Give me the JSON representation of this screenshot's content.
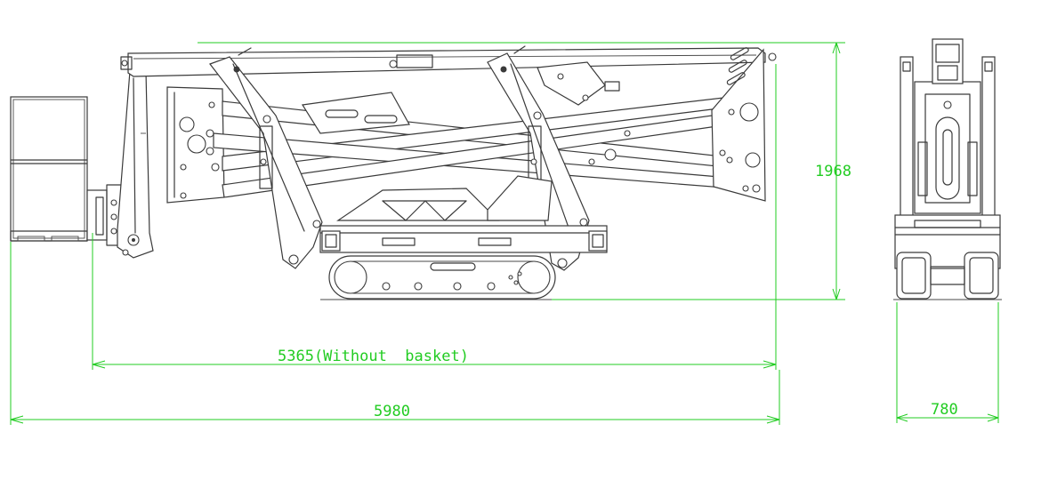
{
  "drawing": {
    "colors": {
      "linework": "#3a3a3a",
      "dimension": "#22cc22",
      "background": "#ffffff"
    },
    "dimensions": {
      "height": "1968",
      "length_without_basket": "5365(Without  basket)",
      "overall_length": "5980",
      "width": "780"
    }
  }
}
